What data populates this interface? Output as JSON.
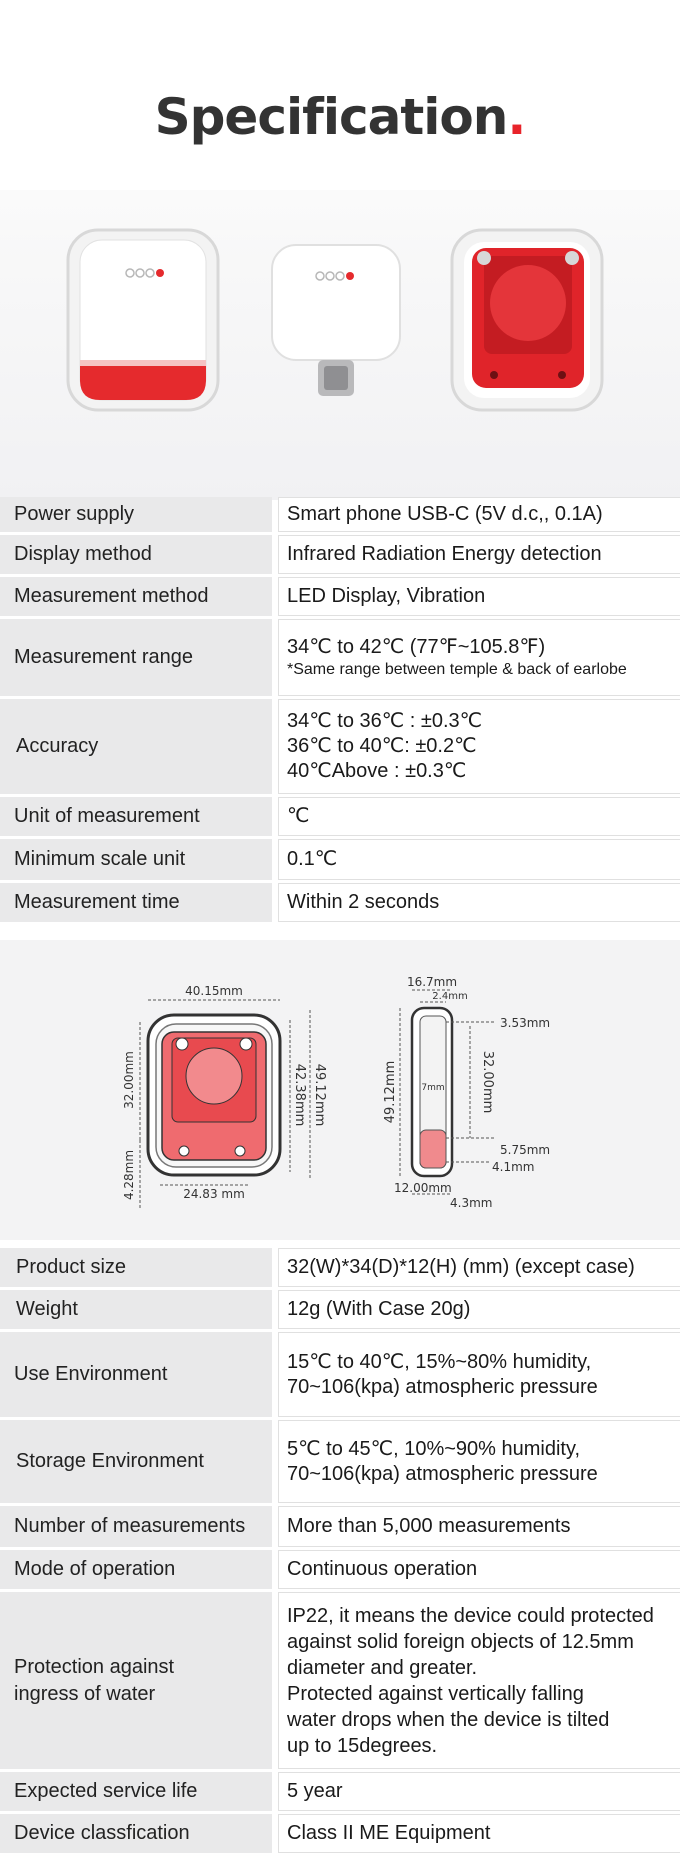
{
  "title": {
    "text": "Specification",
    "dot": "."
  },
  "brand": {
    "logo_text": "oooo"
  },
  "diagram": {
    "front": {
      "w": "40.15mm",
      "h1": "32.00mm",
      "h2": "42.38mm",
      "h3": "49.12mm",
      "b1": "4.28mm",
      "b2": "24.83 mm"
    },
    "side": {
      "t1": "16.7mm",
      "t2": "2.4mm",
      "r1": "3.53mm",
      "r2": "32.00mm",
      "l1": "49.12mm",
      "mid": "7mm",
      "r3": "5.75mm",
      "r4": "4.1mm",
      "b1": "12.00mm",
      "b2": "4.3mm"
    }
  },
  "specs_top": [
    {
      "label": "Power supply",
      "value": [
        "Smart phone USB-C (5V d.c,, 0.1A)"
      ]
    },
    {
      "label": "Display method",
      "value": [
        "Infrared Radiation Energy detection"
      ]
    },
    {
      "label": "Measurement method",
      "value": [
        "LED Display, Vibration"
      ]
    },
    {
      "label": "Measurement range",
      "value": [
        " 34℃ to 42℃  (77℉~105.8℉)"
      ],
      "note": "*Same range between temple & back of earlobe"
    },
    {
      "label": "Accuracy",
      "value": [
        "34℃ to 36℃ : ±0.3℃",
        "36℃ to 40℃: ±0.2℃",
        "40℃Above : ±0.3℃"
      ]
    },
    {
      "label": "Unit of measurement",
      "value": [
        "℃"
      ]
    },
    {
      "label": "Minimum scale unit",
      "value": [
        "0.1℃"
      ]
    },
    {
      "label": "Measurement time",
      "value": [
        "Within 2 seconds"
      ]
    }
  ],
  "specs_bottom": [
    {
      "label": "Product size",
      "value": [
        "32(W)*34(D)*12(H) (mm) (except case)"
      ]
    },
    {
      "label": "Weight",
      "value": [
        "12g (With Case 20g)"
      ]
    },
    {
      "label": "Use Environment",
      "value": [
        "15℃ to 40℃, 15%~80% humidity,",
        "70~106(kpa) atmospheric pressure"
      ]
    },
    {
      "label": "Storage Environment",
      "value": [
        "5℃ to 45℃, 10%~90% humidity,",
        "70~106(kpa) atmospheric pressure"
      ]
    },
    {
      "label": "Number of measurements",
      "value": [
        "More than 5,000 measurements"
      ]
    },
    {
      "label": "Mode of operation",
      "value": [
        "Continuous operation"
      ]
    },
    {
      "label": "Protection against\ningress of water",
      "value": [
        "IP22, it means the device could protected",
        "against solid foreign objects of 12.5mm",
        "diameter and greater.",
        "Protected against vertically falling",
        "water drops when the device is tilted",
        "up to 15degrees."
      ]
    },
    {
      "label": "Expected service life",
      "value": [
        "5 year"
      ]
    },
    {
      "label": "Device classfication",
      "value": [
        "Class II ME Equipment"
      ]
    }
  ],
  "colors": {
    "accent": "#e8232a",
    "label_bg": "#e9e9ea"
  }
}
